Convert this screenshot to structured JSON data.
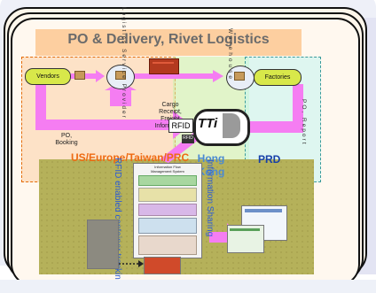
{
  "diagram": {
    "title": "PO & Delivery, Rivet Logistics",
    "nodes": {
      "vendors": "Vendors",
      "factories": "Factories",
      "rfid_box": "RFID",
      "tti_logo": "TTi",
      "rfid_small": "RFID"
    },
    "labels": {
      "logistics_service_provider": "Logistics Service Provider",
      "warehouse": "Warehouse",
      "cargo_receipt": "Cargo Receipt, Freight Information",
      "po_booking": "PO, Booking",
      "po_report": "PO, Report",
      "rfid_enabled_container_tracking": "RFID enabled container tracking",
      "information_sharing": "Information Sharing",
      "us_eu_region": "US/Europe/Taiwan/PRC",
      "hong_kong": "Hong Kong",
      "prd": "PRD",
      "system_panel": "Information Flow Management System"
    },
    "colors": {
      "arrow": "#f57df2",
      "us_region": "#fbc896",
      "hk_region": "#c8f0aa",
      "prd_region": "#c8f5f0",
      "olive_panel": "#b5b15a",
      "pill": "#d8e84a"
    }
  }
}
